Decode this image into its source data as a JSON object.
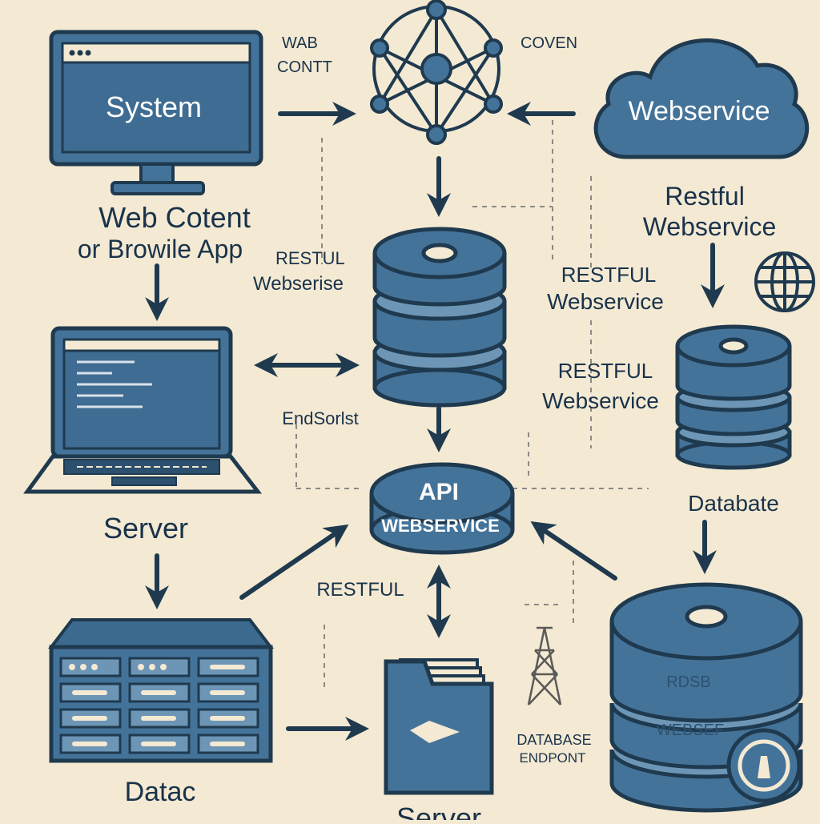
{
  "colors": {
    "background": "#f4e9d3",
    "stroke": "#1f3a4f",
    "fill": "#44739a",
    "fill_light": "#6d96b6",
    "fill_dark": "#2c516f",
    "text_dark": "#19334a",
    "text_light": "#ffffff"
  },
  "labels": {
    "system": "System",
    "wab_cont_1": "WAB",
    "wab_cont_2": "CONTT",
    "coven": "COVEN",
    "webservice_cloud": "Webservice",
    "web_cotent": "Web Cotent",
    "browile_app": "or Browile App",
    "restful_left_1": "RESTUL",
    "restful_left_2": "Webserise",
    "restful_right_1": "Restful",
    "restful_right_2": "Webservice",
    "restful_mid_1": "RESTFUL",
    "restful_mid_2": "Webservice",
    "restful_mid2_1": "RESTFUL",
    "restful_mid2_2": "Webservice",
    "endsorlst": "EndSorlst",
    "server_left": "Server",
    "api": "API",
    "api_webservice": "WEBSERVICE",
    "database_right": "Databate",
    "restful_bottom": "RESTFUL",
    "database_endpoint_1": "DATABASE",
    "database_endpoint_2": "ENDPONT",
    "datac": "Datac",
    "server_bottom": "Server",
    "big_db_label_1": "RDSB",
    "big_db_label_2": "WEBSEF"
  },
  "icons": [
    "monitor-icon",
    "network-hub-icon",
    "cloud-icon",
    "database-icon",
    "laptop-icon",
    "globe-icon",
    "server-rack-icon",
    "folder-icon",
    "tower-icon",
    "bell-icon"
  ]
}
